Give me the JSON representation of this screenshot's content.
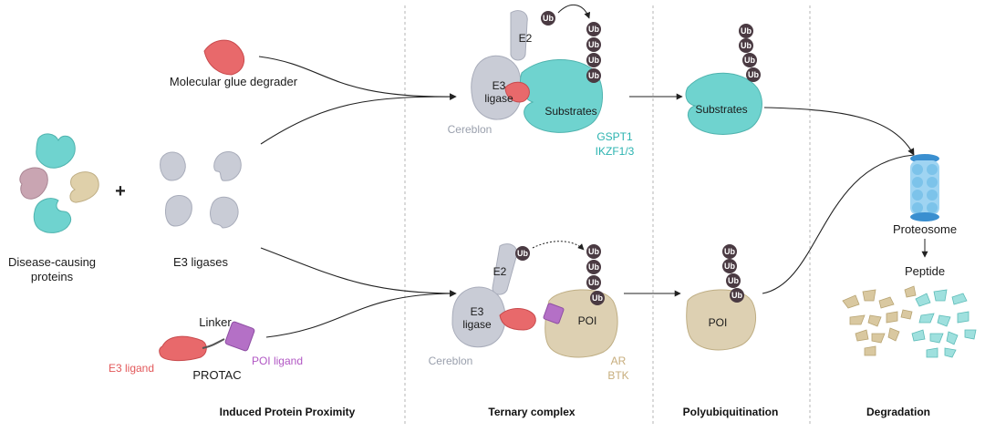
{
  "labels": {
    "molecular_glue": "Molecular glue degrader",
    "disease_proteins_1": "Disease-causing",
    "disease_proteins_2": "proteins",
    "plus": "+",
    "e3_ligases": "E3 ligases",
    "linker": "Linker",
    "e3_ligand": "E3 ligand",
    "poi_ligand": "POI ligand",
    "protac": "PROTAC",
    "e2": "E2",
    "e3": "E3",
    "ligase": "ligase",
    "cereblon": "Cereblon",
    "substrates": "Substrates",
    "gspt1": "GSPT1",
    "ikzf": "IKZF1/3",
    "poi": "POI",
    "ar": "AR",
    "btk": "BTK",
    "ub": "Ub",
    "proteosome": "Proteosome",
    "peptide": "Peptide"
  },
  "sections": {
    "induced": "Induced Protein Proximity",
    "ternary": "Ternary complex",
    "polyubiquitination": "Polyubiquitination",
    "degradation": "Degradation"
  },
  "colors": {
    "teal": "#6fd3cf",
    "gray": "#c9ccd6",
    "red": "#e8696b",
    "purple": "#b470c6",
    "tan": "#ddd0b2",
    "ub": "#4a3a42",
    "proteasome": "#7cc3ea",
    "mauve": "#c9a5b2",
    "beige": "#d9c8a0"
  }
}
